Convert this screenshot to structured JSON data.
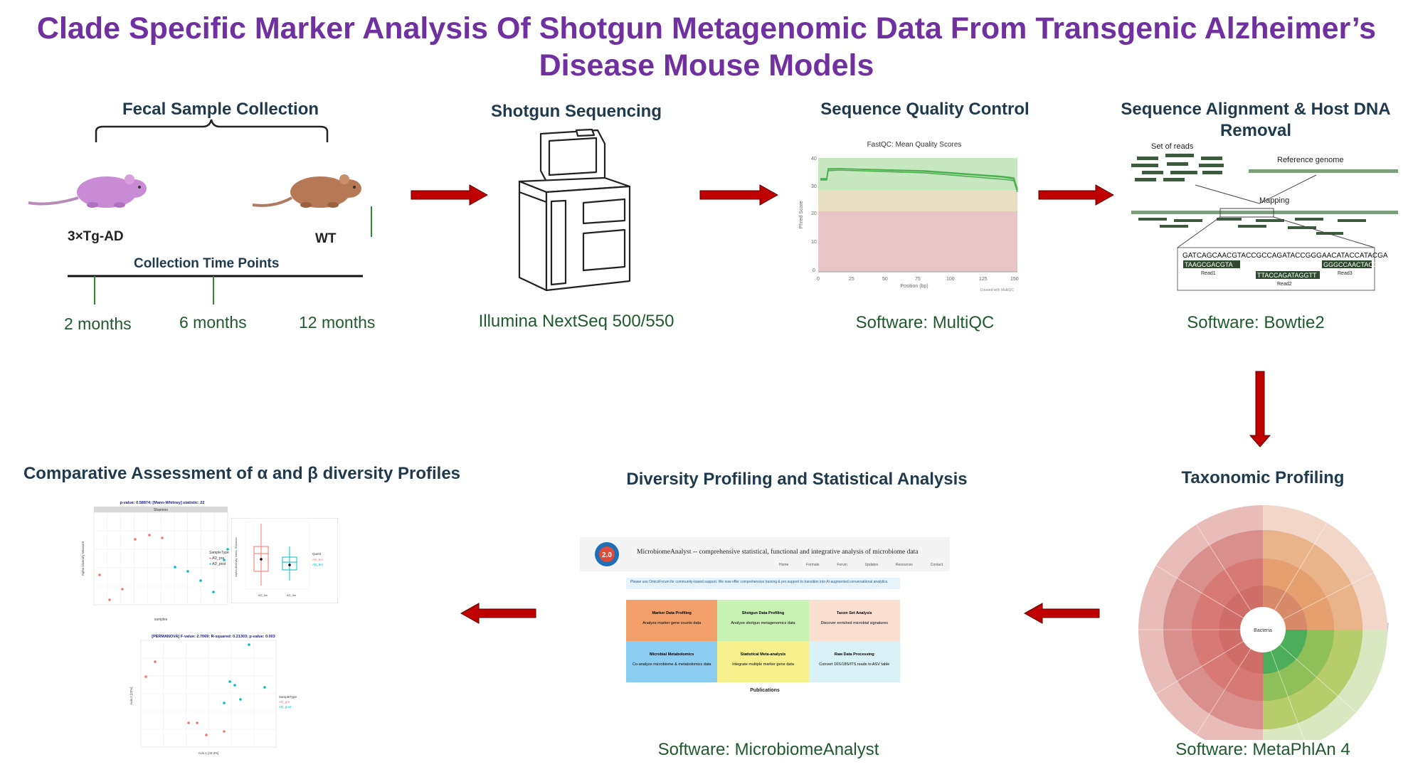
{
  "title": "Clade Specific Marker Analysis Of Shotgun Metagenomic Data From Transgenic Alzheimer’s Disease Mouse Models",
  "steps": {
    "fecal": {
      "heading": "Fecal Sample Collection",
      "mouse1": "3×Tg-AD",
      "mouse2": "WT",
      "timeline_label": "Collection Time Points",
      "time_points": [
        "2 months",
        "6 months",
        "12 months"
      ]
    },
    "sequencing": {
      "heading": "Shotgun Sequencing",
      "caption": "Illumina NextSeq 500/550"
    },
    "qc": {
      "heading": "Sequence Quality Control",
      "caption": "Software: MultiQC",
      "chart_title": "FastQC: Mean Quality Scores",
      "y_label": "Phred Score",
      "x_label": "Position (bp)",
      "y_ticks": [
        "40",
        "30",
        "20",
        "10",
        "0"
      ],
      "x_ticks": [
        "0",
        "25",
        "50",
        "75",
        "100",
        "125",
        "150"
      ],
      "credit": "Created with MultiQC"
    },
    "alignment": {
      "heading_line1": "Sequence Alignment & Host DNA",
      "heading_line2": "Removal",
      "caption": "Software: Bowtie2",
      "set_of_reads": "Set of reads",
      "reference_genome": "Reference genome",
      "mapping": "Mapping",
      "ref_seq": "GATCAGCAACGTACCGCCAGATACCGGGAACATACCATACGA",
      "read1_seq": "TAAGCGACGTA",
      "read2_seq": "TTACCAGATAGGTT",
      "read3_seq": "GGGCCAACTACC",
      "read1": "Read1",
      "read2": "Read2",
      "read3": "Read3"
    },
    "taxonomy": {
      "heading": "Taxonomic Profiling",
      "caption": "Software: MetaPhlAn 4",
      "center_label": "Bacteria"
    },
    "diversity": {
      "heading": "Diversity Profiling and Statistical Analysis",
      "caption": "Software: MicrobiomeAnalyst",
      "app_title": "MicrobiomeAnalyst -- comprehensive statistical, functional and integrative analysis of microbiome data",
      "nav": [
        "Home",
        "Formats",
        "Forum",
        "Updates",
        "Resources",
        "Contact"
      ],
      "notice": "Please use OmicsForum for community-based support. We now offer comprehensive training & pro support to transition into AI-augmented conversational analytics.",
      "tiles": [
        {
          "title": "Marker Data Profiling",
          "desc": "Analyze marker gene counts data",
          "color": "#f4a06a"
        },
        {
          "title": "Shotgun Data Profiling",
          "desc": "Analyze shotgun metagenomics data",
          "color": "#c8f2b4"
        },
        {
          "title": "Taxon Set Analysis",
          "desc": "Discover enriched microbial signatures",
          "color": "#fbe0d2"
        },
        {
          "title": "Microbial Metabolomics",
          "desc": "Co-analyze microbiome & metabolomics data",
          "color": "#8ecdf2"
        },
        {
          "title": "Statistical Meta-analysis",
          "desc": "Integrate multiple marker gene data",
          "color": "#f9f18e"
        },
        {
          "title": "Raw Data Processing",
          "desc": "Convert 16S/18S/ITS reads to ASV table",
          "color": "#d8f2f8"
        }
      ],
      "publications": "Publications",
      "logo_text": "2.0"
    },
    "comparative": {
      "heading": "Comparative Assessment of α and  β diversity Profiles",
      "alpha_title": "p-value: 0.58874; [Mann-Whitney] statistic: 22",
      "alpha_strip": "Shannon",
      "alpha_ylabel": "Alpha Diversity Measure",
      "alpha_xlabel": "samples",
      "legend_title": "SampleType",
      "legend_items": [
        "AD_pre",
        "AD_post"
      ],
      "box_ylabel": "Alpha-diversity Index: Shannon",
      "box_legend_title": "Quest",
      "box_legend_items": [
        "AD_6m",
        "AD_9m"
      ],
      "box_xticks": [
        "AD_6m",
        "AD_9m"
      ],
      "beta_title": "[PERMANOVA] F-value: 2.7069; R-squared: 0.21303; p-value: 0.003",
      "beta_xlabel": "Axis.1  [33.3%]",
      "beta_ylabel": "Axis.2  [22%]"
    }
  },
  "colors": {
    "title": "#7030a0",
    "heading": "#1f3a4d",
    "caption": "#1e5a2c",
    "arrow": "#c00000",
    "ad_points": "#f8766d",
    "wt_points": "#00bfc4"
  }
}
